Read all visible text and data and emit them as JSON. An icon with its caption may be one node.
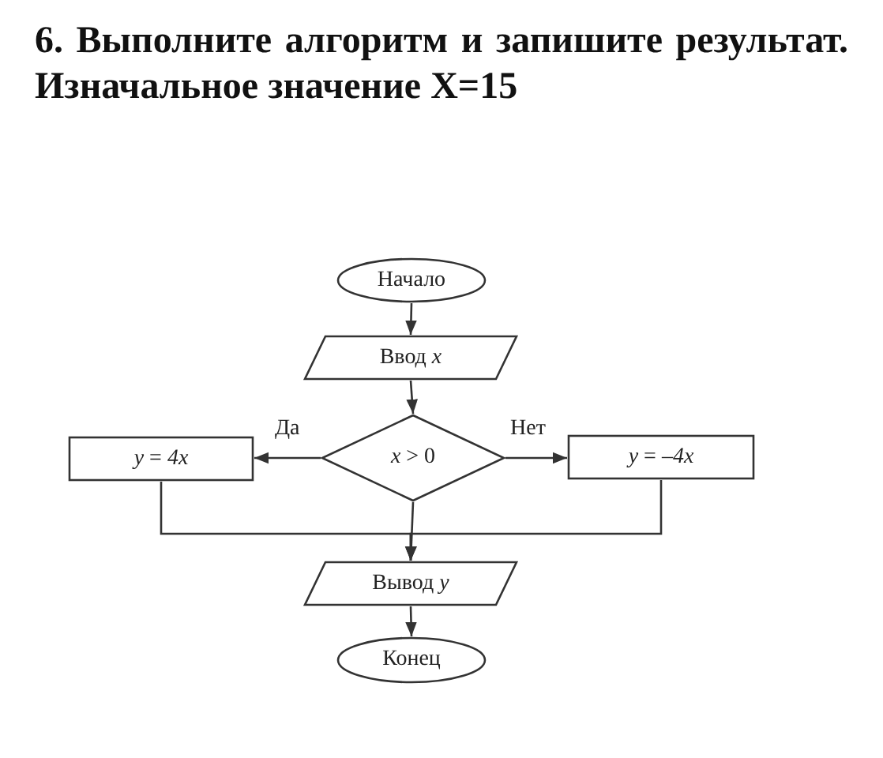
{
  "diagram": {
    "title": "6. Выполните алгоритм и запишите результат. Изначальное значение X=15",
    "nodes": [
      {
        "text": [
          "Начало"
        ]
      },
      {
        "text": [
          "Ввод *x*"
        ]
      },
      {
        "text": [
          "*x* > 0"
        ]
      },
      {
        "text": [
          "*y* = *4x*"
        ]
      },
      {
        "text": [
          "*y* = –*4x*"
        ]
      },
      {
        "text": [
          "Вывод *y*"
        ]
      },
      {
        "text": [
          "Конец"
        ]
      }
    ],
    "edges": [
      {
        "from": 0,
        "to": 1,
        "arrow": "to"
      },
      {
        "from": 1,
        "to": 2,
        "arrow": "to"
      },
      {
        "from": 2,
        "to": 3,
        "arrow": "to",
        "label": "Да"
      },
      {
        "from": 2,
        "to": 4,
        "arrow": "to",
        "label": "Нет"
      },
      {
        "from": 3,
        "to": 5,
        "arrow": "to"
      },
      {
        "from": 2,
        "to": 5,
        "arrow": "to"
      },
      {
        "from": 4,
        "to": 5,
        "arrow": "to"
      },
      {
        "from": 5,
        "to": 6,
        "arrow": "to"
      }
    ]
  }
}
